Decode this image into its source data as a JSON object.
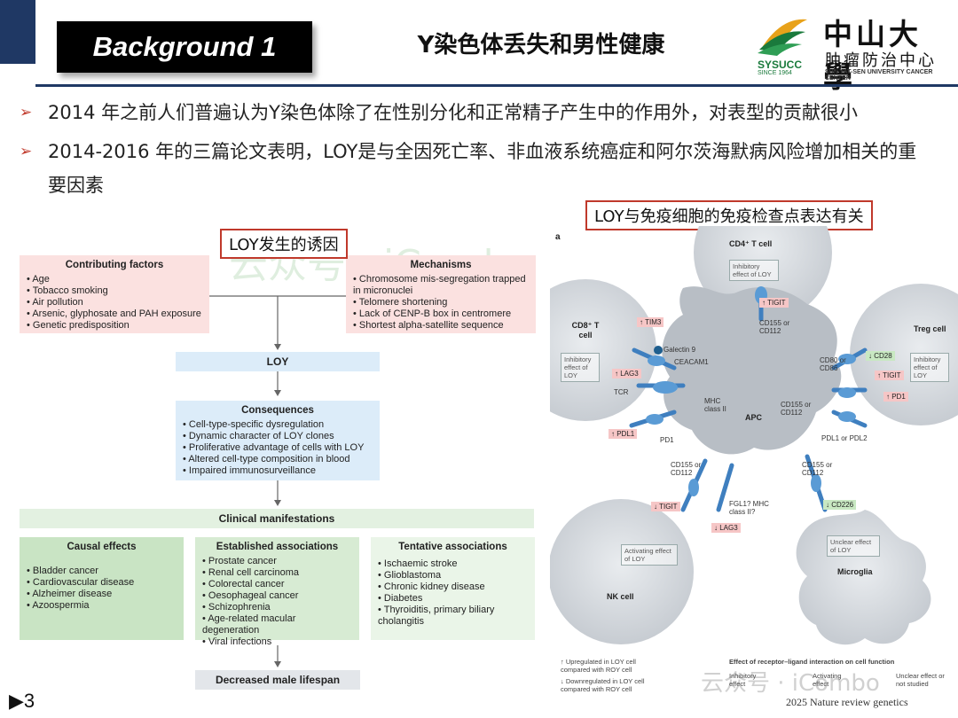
{
  "header": {
    "tag": "Background 1",
    "title": "Y染色体丢失和男性健康"
  },
  "logo": {
    "abbr": "SYSUCC",
    "since": "SINCE 1964",
    "name_cn": "中山大學",
    "sub_cn": "肿瘤防治中心",
    "name_en": "SUN YAT-SEN UNIVERSITY CANCER CENTER"
  },
  "bullets": [
    "2014 年之前人们普遍认为Y染色体除了在性别分化和正常精子产生中的作用外，对表型的贡献很小",
    "2014-2016 年的三篇论文表明，LOY是与全因死亡率、非血液系统癌症和阿尔茨海默病风险增加相关的重要因素"
  ],
  "callouts": {
    "left": "LOY发生的诱因",
    "right": "LOY与免疫细胞的免疫检查点表达有关"
  },
  "left_diagram": {
    "contributing": {
      "title": "Contributing factors",
      "items": [
        "Age",
        "Tobacco smoking",
        "Air pollution",
        "Arsenic, glyphosate and PAH exposure",
        "Genetic predisposition"
      ]
    },
    "mechanisms": {
      "title": "Mechanisms",
      "items": [
        "Chromosome mis-segregation trapped in micronuclei",
        "Telomere shortening",
        "Lack of CENP-B box in centromere",
        "Shortest alpha-satellite sequence"
      ]
    },
    "loy": "LOY",
    "consequences": {
      "title": "Consequences",
      "items": [
        "Cell-type-specific dysregulation",
        "Dynamic character of LOY clones",
        "Proliferative advantage of cells with LOY",
        "Altered cell-type composition in blood",
        "Impaired immunosurveillance"
      ]
    },
    "clinical": "Clinical manifestations",
    "causal": {
      "title": "Causal effects",
      "items": [
        "Bladder cancer",
        "Cardiovascular disease",
        "Alzheimer disease",
        "Azoospermia"
      ]
    },
    "established": {
      "title": "Established associations",
      "items": [
        "Prostate cancer",
        "Renal cell carcinoma",
        "Colorectal cancer",
        "Oesophageal cancer",
        "Schizophrenia",
        "Age-related macular degeneration",
        "Viral infections"
      ]
    },
    "tentative": {
      "title": "Tentative associations",
      "items": [
        "Ischaemic stroke",
        "Glioblastoma",
        "Chronic kidney disease",
        "Diabetes",
        "Thyroiditis, primary biliary cholangitis"
      ]
    },
    "outcome": "Decreased male lifespan"
  },
  "right_diagram": {
    "panel_letter": "a",
    "cells": {
      "cd4": "CD4⁺ T cell",
      "cd8": "CD8⁺ T cell",
      "treg": "Treg cell",
      "apc": "APC",
      "nk": "NK cell",
      "microglia": "Microglia"
    },
    "tags_up": [
      "↑ TIM3",
      "↑ LAG3",
      "↑ PDL1",
      "↑ TIGIT",
      "↑ TIGIT",
      "↑ PD1"
    ],
    "tags_down": [
      "↓ CD28",
      "↓ CD226"
    ],
    "tags_nk": [
      "↓ TIGIT",
      "↓ LAG3"
    ],
    "molecules": {
      "galectin": "Galectin 9",
      "ceacam": "CEACAM1",
      "tcr": "TCR",
      "mhc": "MHC class II",
      "pd1": "PD1",
      "cd155_top": "CD155 or CD112",
      "cd80": "CD80 or CD86",
      "cd155_right": "CD155 or CD112",
      "pdl": "PDL1 or PDL2",
      "cd155_bl": "CD155 or CD112",
      "cd155_br": "CD155 or CD112",
      "fgl": "FGL1? MHC class II?"
    },
    "effects": {
      "inhib": "Inhibitory effect of LOY",
      "activ": "Activating effect of LOY",
      "unclear": "Unclear effect of LOY"
    },
    "legend": {
      "up": "↑ Upregulated in LOY cell compared with ROY cell",
      "down": "↓ Downregulated in LOY cell compared with ROY cell",
      "title": "Effect of receptor–ligand interaction on cell function",
      "inhibitory": "Inhibitory effect",
      "activating": "Activating effect",
      "unclear": "Unclear effect or not studied"
    }
  },
  "watermarks": [
    "云众号 · iCombo",
    "云众号 · iCombo"
  ],
  "footer": {
    "slide_number": "▶3",
    "citation": "2025 Nature review genetics"
  },
  "colors": {
    "accent_navy": "#1f3864",
    "callout_red": "#c0392b",
    "logo_green": "#1a7a3c"
  }
}
